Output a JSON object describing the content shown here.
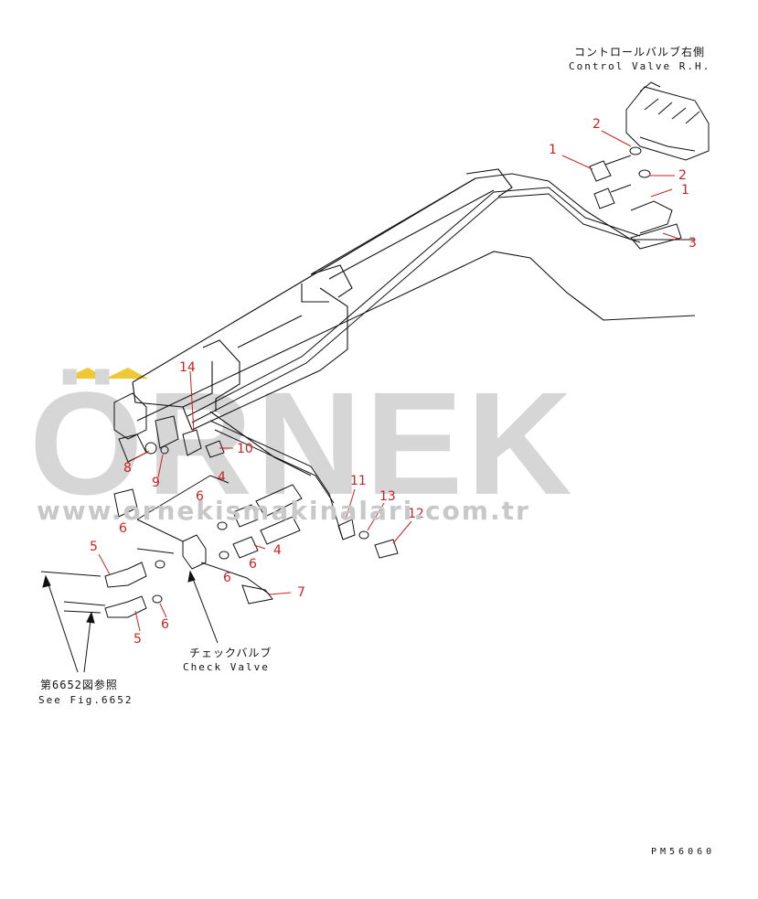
{
  "watermark": {
    "brand": "ÖRNEK",
    "url": "www.ornekismakinalari.com.tr",
    "accent_color": "#f0c62a",
    "gray_color": "#d0d0d0"
  },
  "labels": {
    "control_valve_jp": "コントロールバルブ右側",
    "control_valve_en": "Control Valve R.H.",
    "check_valve_jp": "チェックバルブ",
    "check_valve_en": "Check Valve",
    "see_fig_jp": "第6652図参照",
    "see_fig_en": "See Fig.6652",
    "drawing_code": "PM56060"
  },
  "callouts": [
    "1",
    "2",
    "1",
    "2",
    "3",
    "14",
    "10",
    "8",
    "9",
    "4",
    "6",
    "6",
    "11",
    "13",
    "12",
    "5",
    "6",
    "4",
    "6",
    "7",
    "5",
    "6"
  ],
  "callout_color": "#cc2222"
}
